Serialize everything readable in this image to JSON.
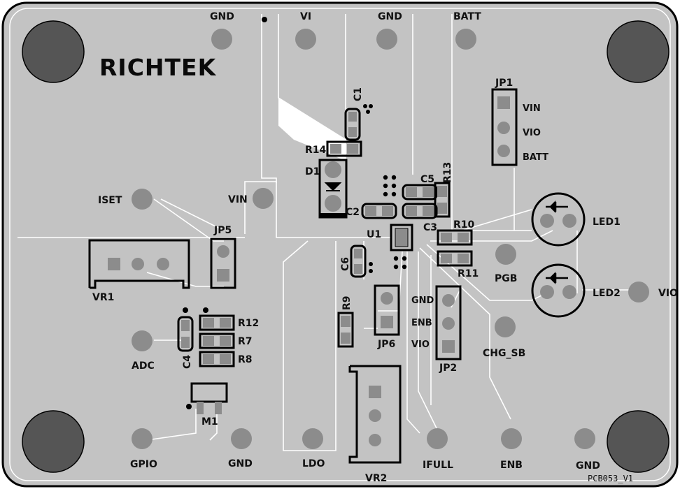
{
  "board": {
    "logo": "RICHTEK",
    "version": "PCB053_V1",
    "colors": {
      "background": "#c3c3c3",
      "trace_outline": "#ffffff",
      "pad": "#8c8c8c",
      "mounting_hole": "#555555",
      "component_outline": "#000000"
    }
  },
  "test_points": {
    "gnd_top": "GND",
    "vi": "VI",
    "gnd_top2": "GND",
    "batt": "BATT",
    "iset": "ISET",
    "vin": "VIN",
    "pgb": "PGB",
    "vio_right": "VIO",
    "chg_sb": "CHG_SB",
    "adc": "ADC",
    "gpio": "GPIO",
    "gnd_bottom1": "GND",
    "ldo": "LDO",
    "ifull": "IFULL",
    "enb": "ENB",
    "gnd_bottom2": "GND"
  },
  "components": {
    "c1": "C1",
    "r14": "R14",
    "d1": "D1",
    "c5": "C5",
    "r13": "R13",
    "c2": "C2",
    "c3": "C3",
    "u1": "U1",
    "r10": "R10",
    "r11": "R11",
    "c6": "C6",
    "r9": "R9",
    "r12": "R12",
    "r7": "R7",
    "r8": "R8",
    "c4": "C4",
    "m1": "M1",
    "vr1": "VR1",
    "vr2": "VR2",
    "led1": "LED1",
    "led2": "LED2"
  },
  "jumpers": {
    "jp1": {
      "name": "JP1",
      "pins": [
        "VIN",
        "VIO",
        "BATT"
      ]
    },
    "jp2": {
      "name": "JP2",
      "pins": [
        "GND",
        "ENB",
        "VIO"
      ]
    },
    "jp5": {
      "name": "JP5"
    },
    "jp6": {
      "name": "JP6"
    }
  }
}
